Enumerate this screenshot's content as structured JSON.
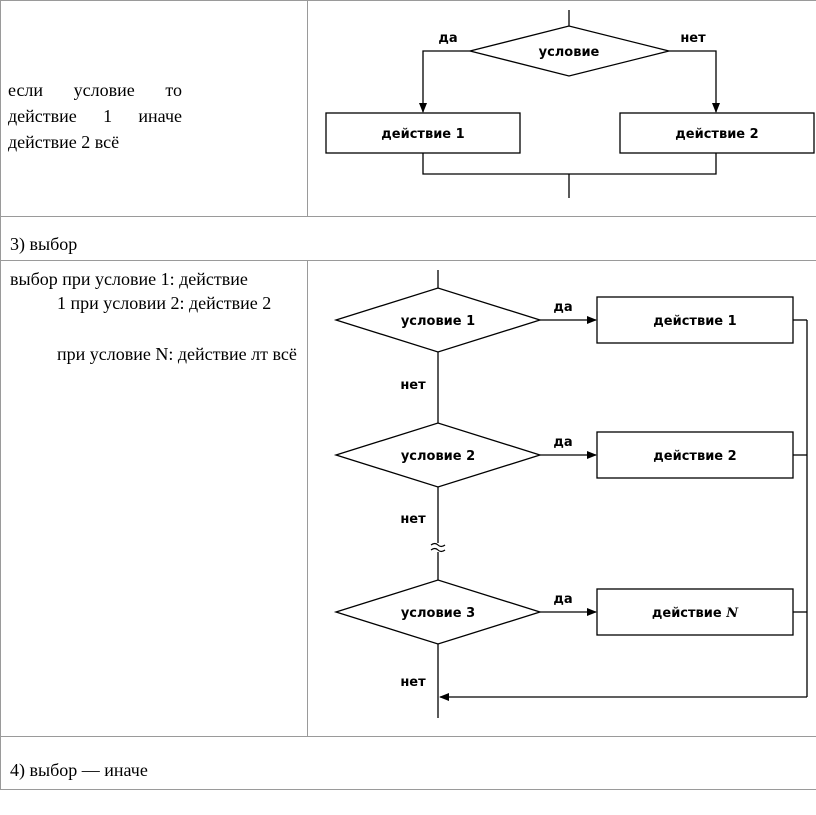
{
  "row1": {
    "left_text": "если условие то действие 1 иначе действие 2 всё",
    "diagram": {
      "condition": "условие",
      "yes": "да",
      "no": "нет",
      "action1": "действие 1",
      "action2": "действие 2"
    }
  },
  "row2": {
    "heading": "3) выбор"
  },
  "row3": {
    "left_text_line1": "выбор при условие 1: действие",
    "left_text_line2": "1 при условии 2: действие 2",
    "left_text_line3": "при условие N: действие лт всё",
    "diagram": {
      "cond1": "условие 1",
      "cond2": "условие 2",
      "cond3": "условие 3",
      "act1": "действие 1",
      "act2": "действие 2",
      "actN_prefix": "действие",
      "actN_var": "N",
      "yes": "да",
      "no": "нет"
    }
  },
  "row4": {
    "heading": "4) выбор — иначе"
  }
}
